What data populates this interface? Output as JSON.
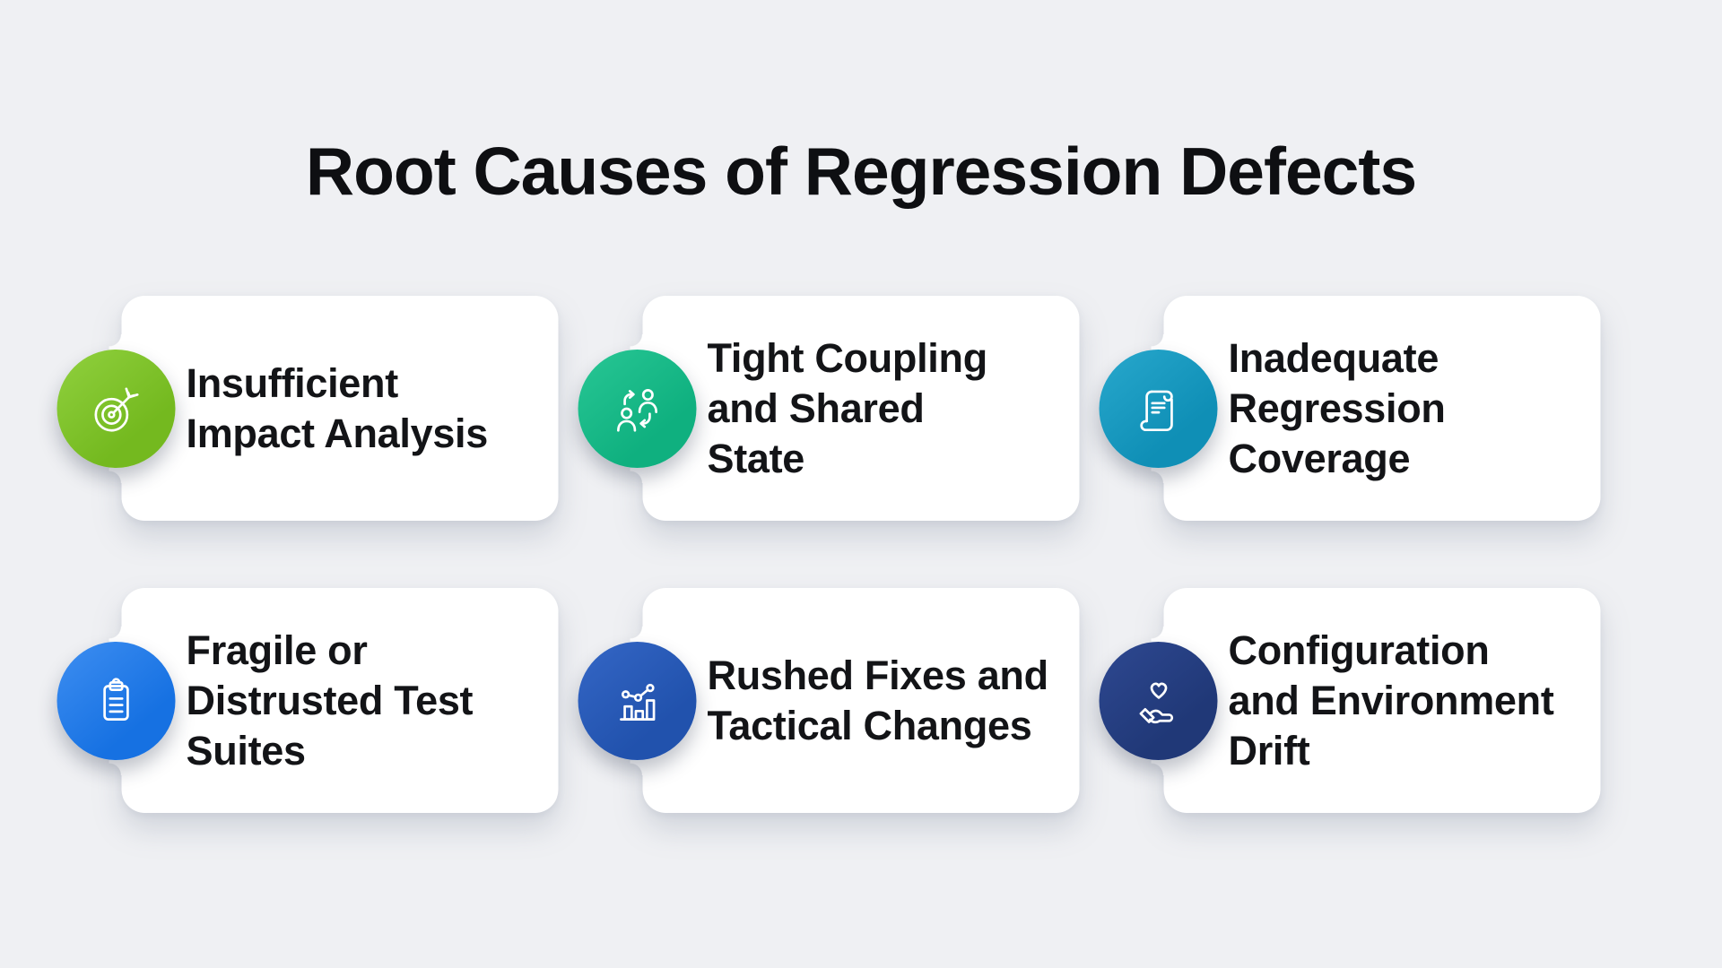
{
  "title": "Root Causes of Regression Defects",
  "colors": {
    "background": "#eff0f3",
    "card": "#ffffff",
    "text": "#131417"
  },
  "cards": [
    {
      "label": "Insufficient\nImpact Analysis",
      "icon": "target-dart-icon",
      "color": "#74b91f",
      "color2": "#8ecf3c"
    },
    {
      "label": "Tight Coupling\nand Shared\nState",
      "icon": "people-swap-icon",
      "color": "#0fb07f",
      "color2": "#26c593"
    },
    {
      "label": "Inadequate\nRegression\nCoverage",
      "icon": "scroll-document-icon",
      "color": "#0f8fb6",
      "color2": "#26a6cb"
    },
    {
      "label": "Fragile or\nDistrusted Test\nSuites",
      "icon": "clipboard-icon",
      "color": "#1671e2",
      "color2": "#3b8cf0"
    },
    {
      "label": "Rushed Fixes and\nTactical Changes",
      "icon": "bar-chart-trend-icon",
      "color": "#2152ad",
      "color2": "#3365c4"
    },
    {
      "label": "Configuration\nand Environment\nDrift",
      "icon": "hand-heart-icon",
      "color": "#203877",
      "color2": "#2d478f"
    }
  ]
}
